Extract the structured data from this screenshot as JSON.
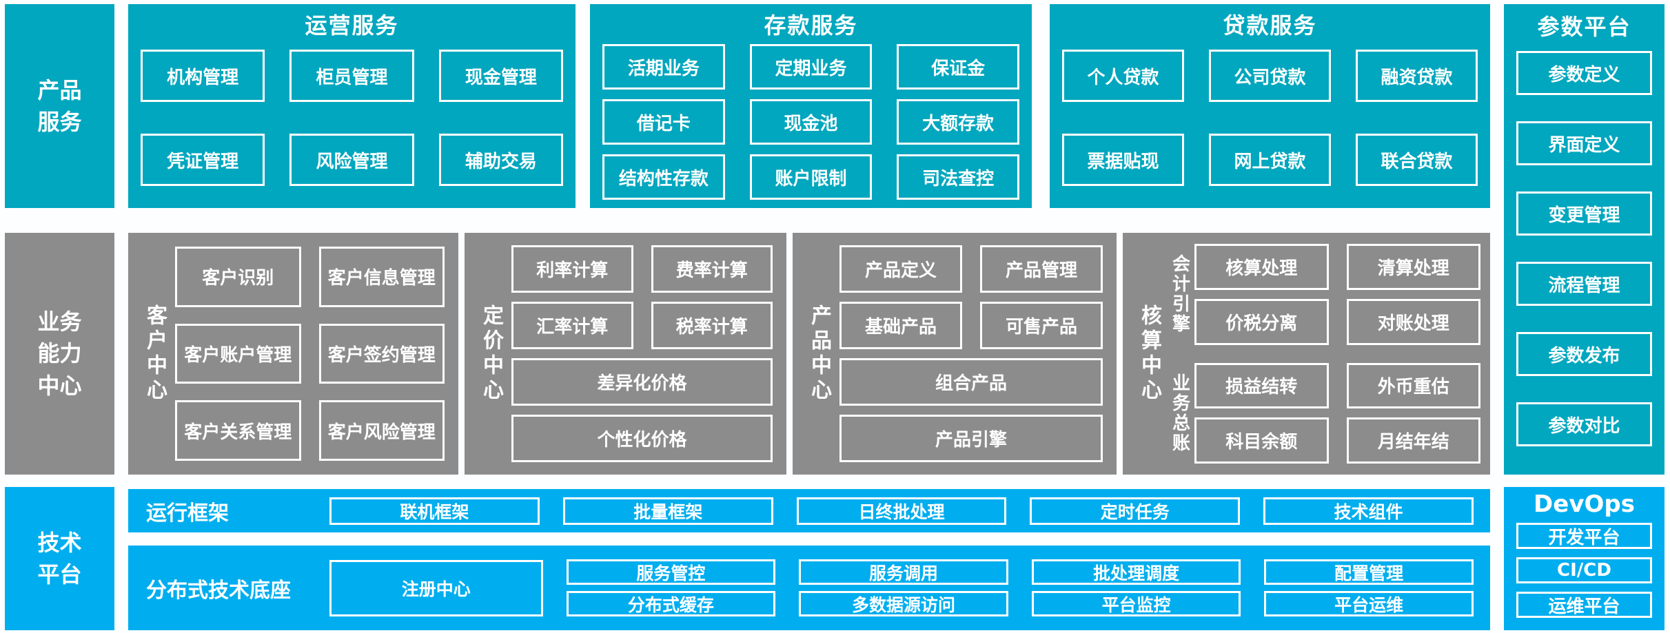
{
  "palette": {
    "teal": "#00a7be",
    "gray": "#8c8c8c",
    "blue": "#00aeef",
    "text": "#ffffff",
    "page_bg": "#fdfeff"
  },
  "rails": {
    "product": "产品\n服务",
    "business": "业务\n能力\n中心",
    "tech": "技术\n平台"
  },
  "services": {
    "operations": {
      "title": "运营服务",
      "items": [
        "机构管理",
        "柜员管理",
        "现金管理",
        "凭证管理",
        "风险管理",
        "辅助交易"
      ]
    },
    "deposit": {
      "title": "存款服务",
      "items": [
        "活期业务",
        "定期业务",
        "保证金",
        "借记卡",
        "现金池",
        "大额存款",
        "结构性存款",
        "账户限制",
        "司法查控"
      ]
    },
    "loan": {
      "title": "贷款服务",
      "items": [
        "个人贷款",
        "公司贷款",
        "融资贷款",
        "票据贴现",
        "网上贷款",
        "联合贷款"
      ]
    }
  },
  "param_platform": {
    "title": "参数平台",
    "items": [
      "参数定义",
      "界面定义",
      "变更管理",
      "流程管理",
      "参数发布",
      "参数对比"
    ]
  },
  "centers": {
    "customer": {
      "label": "客户中心",
      "items": [
        "客户识别",
        "客户信息管理",
        "客户账户管理",
        "客户签约管理",
        "客户关系管理",
        "客户风险管理"
      ]
    },
    "pricing": {
      "label": "定价中心",
      "items": [
        "利率计算",
        "费率计算",
        "汇率计算",
        "税率计算"
      ],
      "wide": [
        "差异化价格",
        "个性化价格"
      ]
    },
    "product": {
      "label": "产品中心",
      "items": [
        "产品定义",
        "产品管理",
        "基础产品",
        "可售产品"
      ],
      "wide": [
        "组合产品",
        "产品引擎"
      ]
    },
    "accounting": {
      "label": "核算中心",
      "groups": [
        {
          "label": "会计引擎",
          "items": [
            "核算处理",
            "清算处理",
            "价税分离",
            "对账处理"
          ]
        },
        {
          "label": "业务总账",
          "items": [
            "损益结转",
            "外币重估",
            "科目余额",
            "月结年结"
          ]
        }
      ]
    }
  },
  "tech": {
    "runtime": {
      "label": "运行框架",
      "items": [
        "联机框架",
        "批量框架",
        "日终批处理",
        "定时任务",
        "技术组件"
      ]
    },
    "base": {
      "label": "分布式技术底座",
      "registry": "注册中心",
      "columns": [
        [
          "服务管控",
          "分布式缓存"
        ],
        [
          "服务调用",
          "多数据源访问"
        ],
        [
          "批处理调度",
          "平台监控"
        ],
        [
          "配置管理",
          "平台运维"
        ]
      ]
    }
  },
  "devops": {
    "title": "DevOps",
    "items": [
      "开发平台",
      "CI/CD",
      "运维平台"
    ]
  }
}
